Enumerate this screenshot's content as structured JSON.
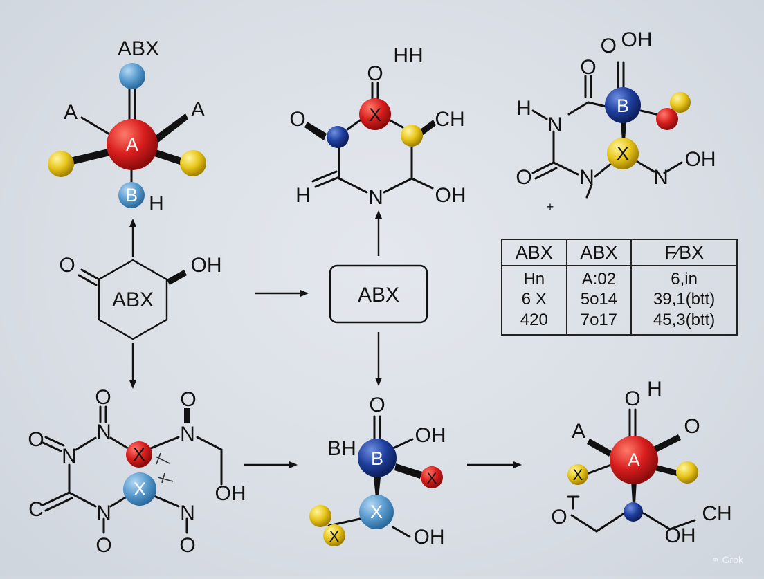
{
  "molecules": {
    "m1": {
      "title": "ABX",
      "labels": [
        "A",
        "A",
        "H"
      ],
      "atoms": [
        {
          "label": "A",
          "color": "#d81e1e"
        },
        {
          "label": "B",
          "color": "#5a9ccf"
        },
        {
          "label": "",
          "color": "#6fa8d8"
        },
        {
          "label": "",
          "color": "#e8c51a"
        },
        {
          "label": "",
          "color": "#e8c51a"
        }
      ]
    },
    "m2": {
      "labels": [
        "O",
        "HH",
        "O",
        "CH",
        "H",
        "N",
        "OH"
      ],
      "atoms": [
        {
          "label": "X",
          "color": "#d81e1e"
        },
        {
          "label": "",
          "color": "#1f3f9e"
        },
        {
          "label": "",
          "color": "#e8c51a"
        }
      ]
    },
    "m3": {
      "labels": [
        "OH",
        "O",
        "O",
        "H",
        "N",
        "O",
        "N",
        "N",
        "OH",
        "+"
      ],
      "atoms": [
        {
          "label": "B",
          "color": "#1f3f9e"
        },
        {
          "label": "X",
          "color": "#e8c51a"
        },
        {
          "label": "",
          "color": "#d81e1e"
        },
        {
          "label": "",
          "color": "#e8c51a"
        }
      ]
    },
    "m4": {
      "ring_label": "ABX",
      "labels": [
        "O",
        "OH"
      ]
    },
    "m5": {
      "box_label": "ABX"
    },
    "m6": {
      "labels": [
        "O",
        "O",
        "O",
        "N",
        "N",
        "O",
        "N",
        "C",
        "N",
        "N",
        "OH",
        "O",
        "O"
      ],
      "atoms": [
        {
          "label": "X",
          "color": "#d81e1e"
        },
        {
          "label": "X",
          "color": "#5a9ccf"
        }
      ]
    },
    "m7": {
      "labels": [
        "O",
        "OH",
        "BH",
        "OH"
      ],
      "atoms": [
        {
          "label": "B",
          "color": "#1f3f9e"
        },
        {
          "label": "X",
          "color": "#5a9ccf"
        },
        {
          "label": "X",
          "color": "#d81e1e"
        },
        {
          "label": "X",
          "color": "#e8c51a"
        }
      ]
    },
    "m8": {
      "labels": [
        "O",
        "H",
        "A",
        "O",
        "O",
        "CH",
        "OH"
      ],
      "atoms": [
        {
          "label": "A",
          "color": "#d81e1e"
        },
        {
          "label": "X",
          "color": "#e8c51a"
        },
        {
          "label": "",
          "color": "#e8c51a"
        },
        {
          "label": "",
          "color": "#1f3f9e"
        }
      ]
    }
  },
  "table": {
    "headers": [
      "ABX",
      "ABX",
      "F⁄BX"
    ],
    "rows": [
      [
        "Hn",
        "A:02",
        "6,in"
      ],
      [
        "6 X",
        "5o14",
        "39,1(btt)"
      ],
      [
        "420",
        "7o17",
        "45,3(btt)"
      ]
    ]
  },
  "watermark": "Grok"
}
